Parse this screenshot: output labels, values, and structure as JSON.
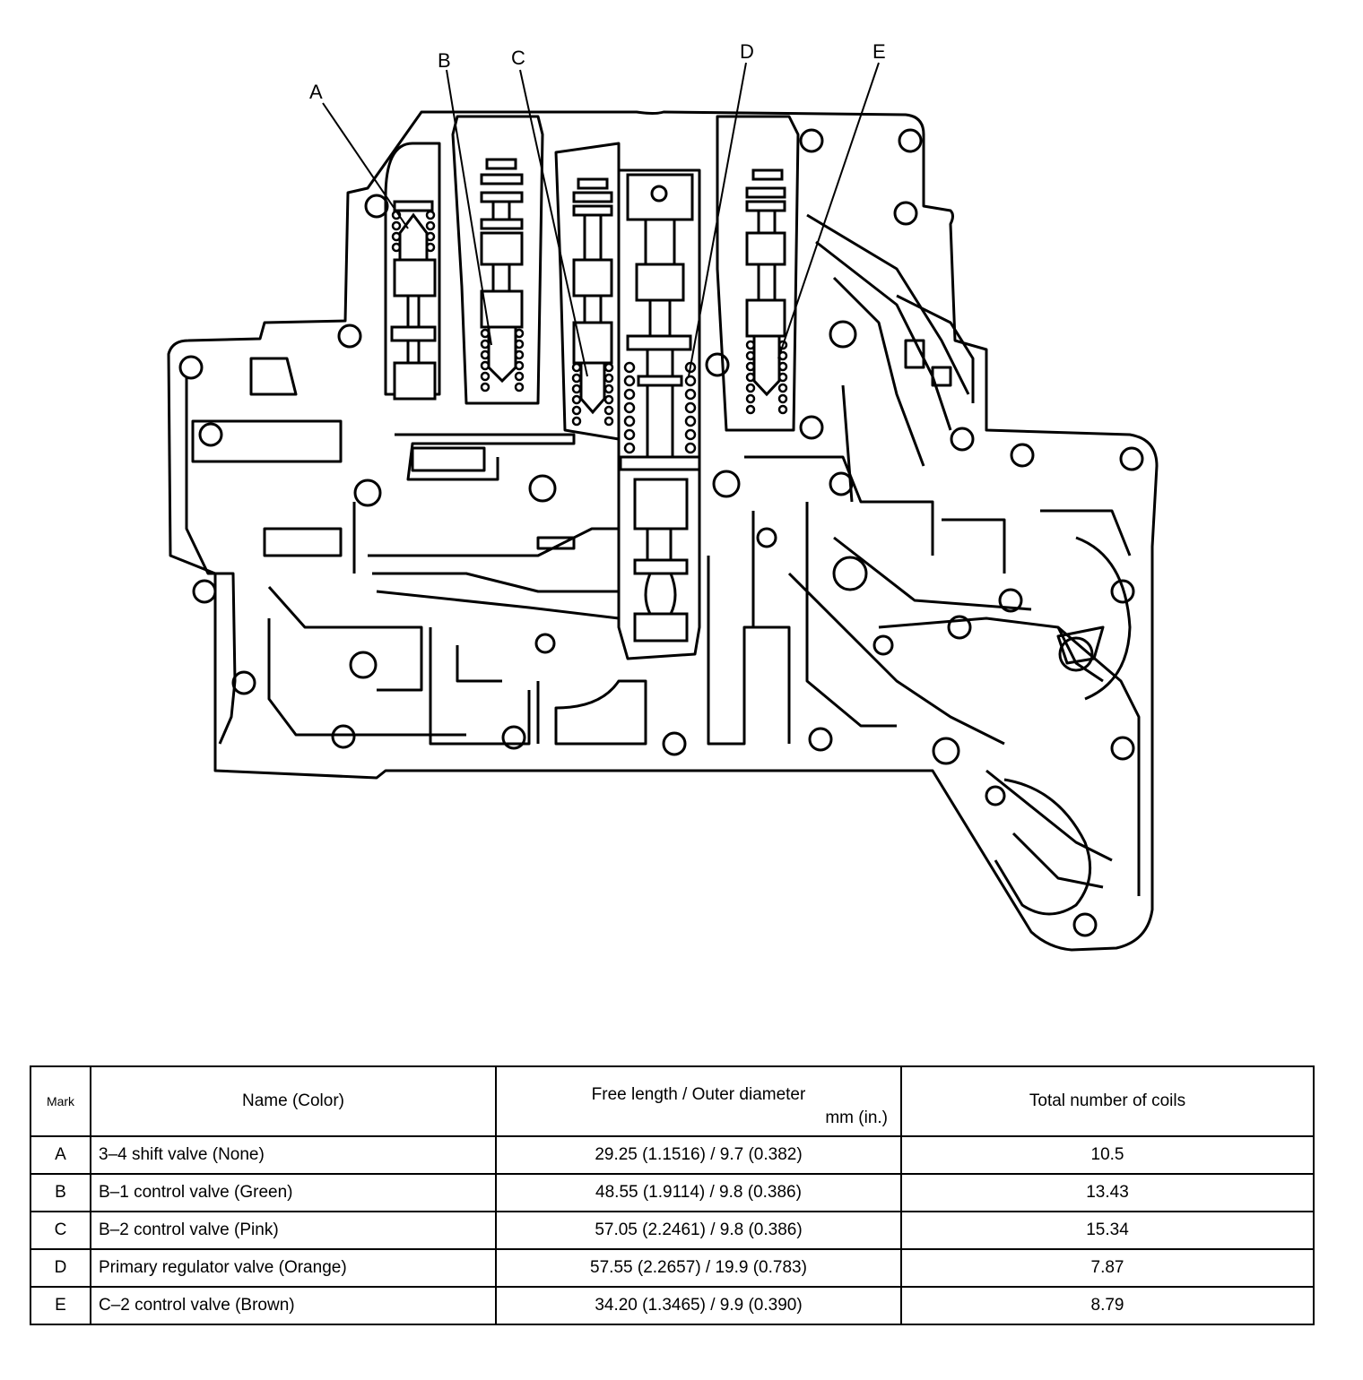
{
  "callouts": [
    "A",
    "B",
    "C",
    "D",
    "E"
  ],
  "table": {
    "headers": {
      "mark": "Mark",
      "name": "Name (Color)",
      "length": "Free length / Outer diameter",
      "length_unit": "mm (in.)",
      "coils": "Total number of coils"
    },
    "rows": [
      {
        "mark": "A",
        "name": "3–4 shift valve (None)",
        "length": "29.25 (1.1516) / 9.7 (0.382)",
        "coils": "10.5"
      },
      {
        "mark": "B",
        "name": "B–1 control valve (Green)",
        "length": "48.55 (1.9114) / 9.8 (0.386)",
        "coils": "13.43"
      },
      {
        "mark": "C",
        "name": "B–2 control valve (Pink)",
        "length": "57.05 (2.2461) / 9.8 (0.386)",
        "coils": "15.34"
      },
      {
        "mark": "D",
        "name": "Primary regulator valve (Orange)",
        "length": "57.55 (2.2657) / 19.9 (0.783)",
        "coils": "7.87"
      },
      {
        "mark": "E",
        "name": "C–2 control valve (Brown)",
        "length": "34.20 (1.3465) / 9.9 (0.390)",
        "coils": "8.79"
      }
    ]
  }
}
